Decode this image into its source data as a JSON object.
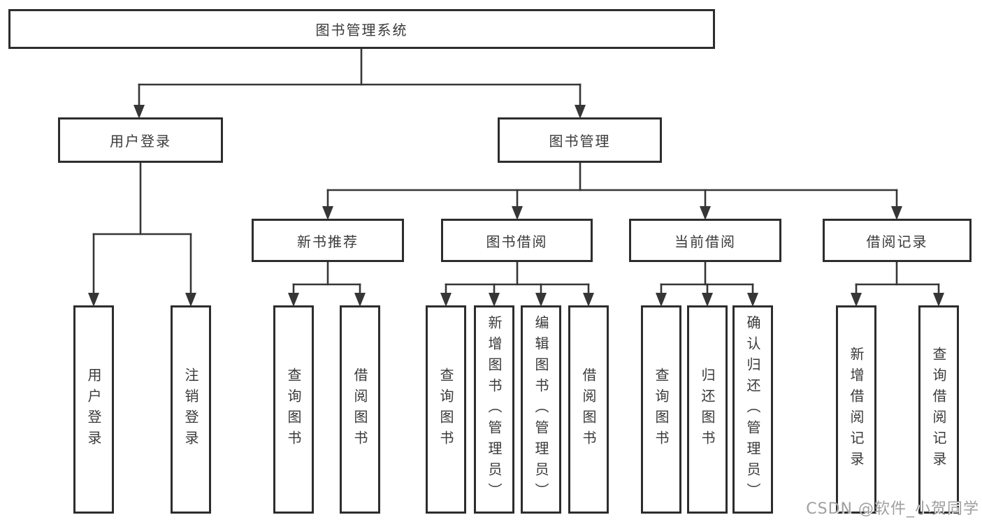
{
  "colors": {
    "line": "#363636",
    "box_border": "#2d2d2d",
    "text": "#3a3a3a",
    "watermark": "#9f9f9f",
    "background": "#ffffff"
  },
  "watermark": {
    "text": "CSDN @软件_小贺同学"
  },
  "tree": {
    "label": "图书管理系统",
    "children": [
      {
        "label": "用户登录",
        "children": [
          {
            "label": "用户登录"
          },
          {
            "label": "注销登录"
          }
        ]
      },
      {
        "label": "图书管理",
        "children": [
          {
            "label": "新书推荐",
            "children": [
              {
                "label": "查询图书"
              },
              {
                "label": "借阅图书"
              }
            ]
          },
          {
            "label": "图书借阅",
            "children": [
              {
                "label": "查询图书"
              },
              {
                "label": "新增图书（管理员）"
              },
              {
                "label": "编辑图书（管理员）"
              },
              {
                "label": "借阅图书"
              }
            ]
          },
          {
            "label": "当前借阅",
            "children": [
              {
                "label": "查询图书"
              },
              {
                "label": "归还图书"
              },
              {
                "label": "确认归还（管理员）"
              }
            ]
          },
          {
            "label": "借阅记录",
            "children": [
              {
                "label": "新增借阅记录"
              },
              {
                "label": "查询借阅记录"
              }
            ]
          }
        ]
      }
    ]
  }
}
